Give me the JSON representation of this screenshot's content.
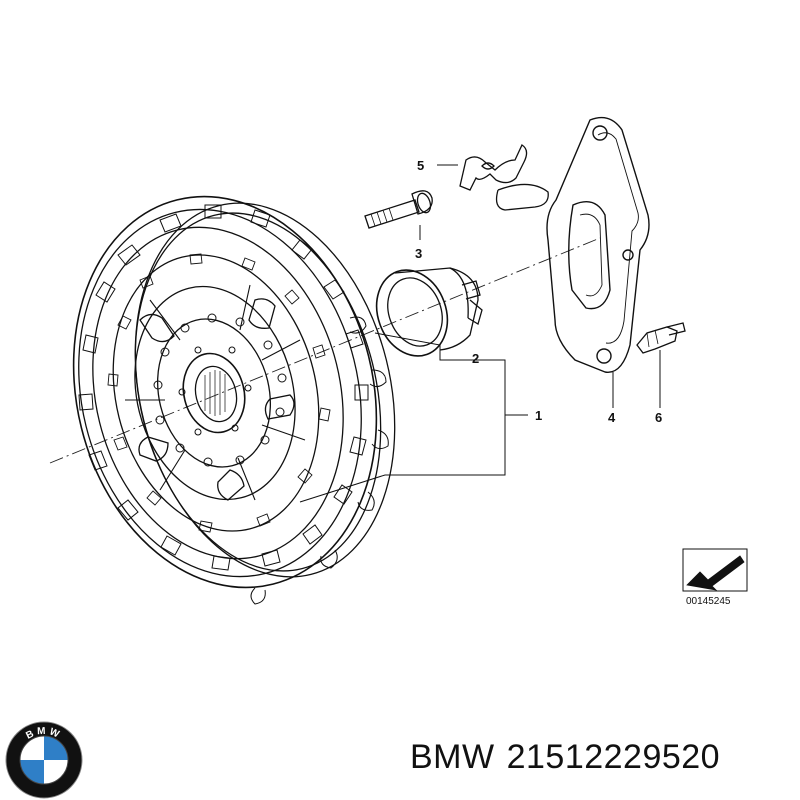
{
  "diagram": {
    "callouts": [
      "1",
      "2",
      "3",
      "4",
      "5",
      "6"
    ],
    "reference_code": "00145245"
  },
  "caption": {
    "brand": "BMW",
    "part_number": "21512229520"
  },
  "logo": {
    "text": "BMW",
    "colors": {
      "ring": "#111111",
      "blue": "#2f7fc7",
      "white": "#ffffff"
    }
  }
}
